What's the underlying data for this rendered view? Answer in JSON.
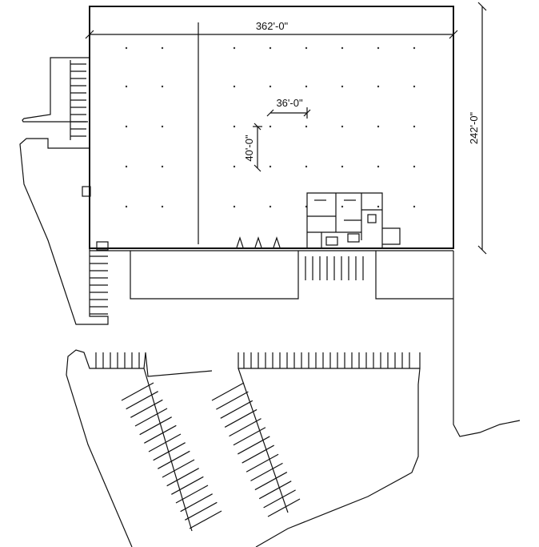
{
  "dimensions": {
    "building_width": "362'-0\"",
    "building_depth": "242'-0\"",
    "bay_width": "36'-0\"",
    "bay_depth": "40'-0\""
  }
}
